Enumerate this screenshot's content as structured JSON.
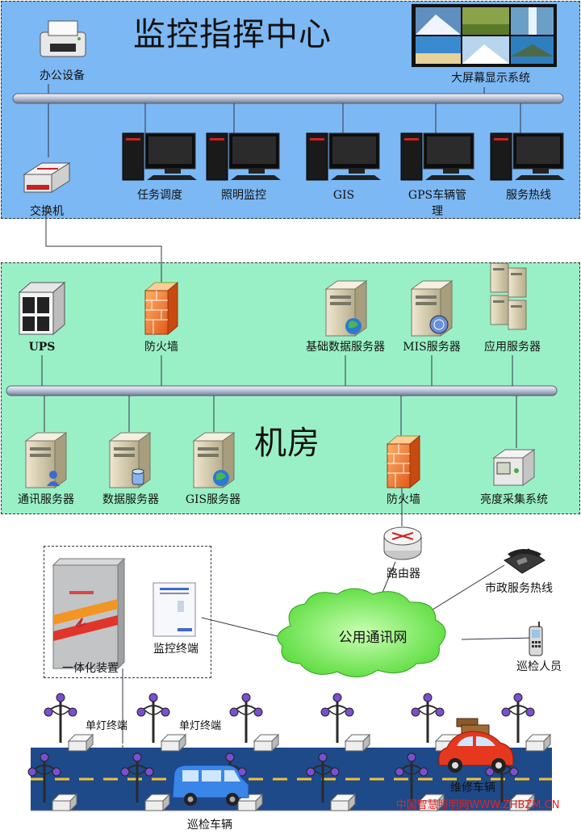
{
  "command_center": {
    "title": "监控指挥中心",
    "office_equipment": "办公设备",
    "big_screen": "大屏幕显示系统",
    "switch": "交换机",
    "workstations": [
      "任务调度",
      "照明监控",
      "GIS",
      "GPS车辆管",
      "理",
      "服务热线"
    ]
  },
  "machine_room": {
    "title": "机房",
    "ups": "UPS",
    "firewall_top": "防火墙",
    "base_data_server": "基础数据服务器",
    "mis_server": "MIS服务器",
    "app_server": "应用服务器",
    "comm_server": "通讯服务器",
    "data_server": "数据服务器",
    "gis_server": "GIS服务器",
    "firewall_bottom": "防火墙",
    "brightness": "亮度采集系统"
  },
  "network": {
    "router": "路由器",
    "cloud": "公用通讯网",
    "hotline": "市政服务热线",
    "inspector": "巡检人员",
    "integrated_device": "一体化装置",
    "monitor_terminal": "监控终端"
  },
  "street": {
    "single_lamp_1": "单灯终端",
    "single_lamp_2": "单灯终端",
    "repair_vehicle": "维修车辆",
    "patrol_vehicle": "巡检车辆",
    "watermark": "中国智慧照明网WWW.ZHBZM.CN"
  },
  "colors": {
    "command_bg": "#7cb8f4",
    "room_bg": "#9af0c6",
    "road": "#1e4a8a",
    "watermark": "#e8231e"
  }
}
